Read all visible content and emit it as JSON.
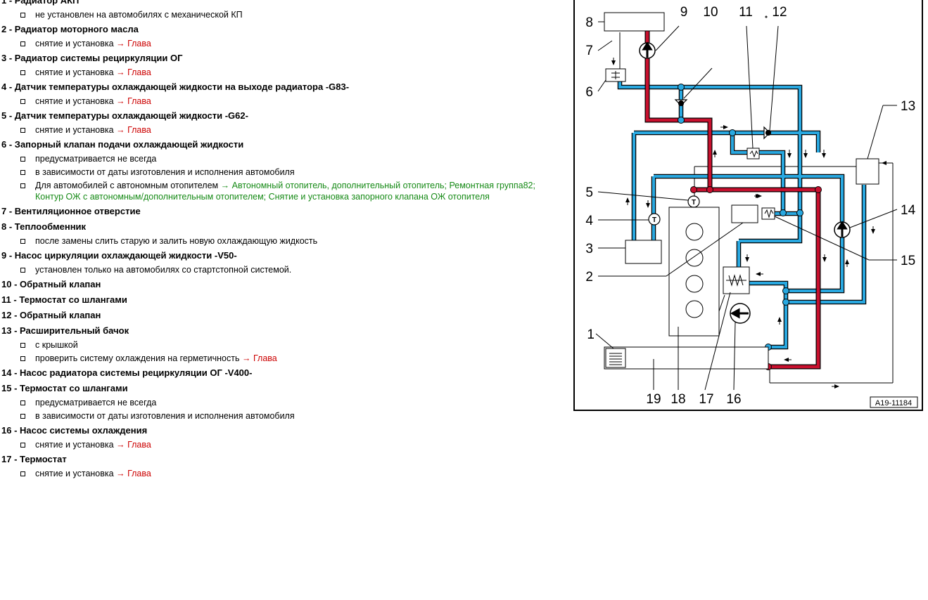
{
  "legend": {
    "items": [
      {
        "num": "1",
        "title": "Радиатор АКП",
        "subs": [
          {
            "text": "не установлен на автомобилях с механической КП"
          }
        ]
      },
      {
        "num": "2",
        "title": "Радиатор моторного масла",
        "subs": [
          {
            "text": "снятие и установка",
            "link": "→ Глава",
            "link_color": "red"
          }
        ]
      },
      {
        "num": "3",
        "title": "Радиатор системы рециркуляции ОГ",
        "subs": [
          {
            "text": "снятие и установка",
            "link": "→ Глава",
            "link_color": "red"
          }
        ]
      },
      {
        "num": "4",
        "title": "Датчик температуры охлаждающей жидкости на выходе радиатора -G83-",
        "subs": [
          {
            "text": "снятие и установка",
            "link": "→ Глава",
            "link_color": "red"
          }
        ]
      },
      {
        "num": "5",
        "title": "Датчик температуры охлаждающей жидкости -G62-",
        "subs": [
          {
            "text": "снятие и установка",
            "link": "→ Глава",
            "link_color": "red"
          }
        ]
      },
      {
        "num": "6",
        "title": "Запорный клапан подачи охлаждающей жидкости",
        "subs": [
          {
            "text": "предусматривается не всегда"
          },
          {
            "text": "в зависимости от даты изготовления и исполнения автомобиля"
          },
          {
            "text": "Для автомобилей с автономным отопителем",
            "link": "→ Автономный отопитель, дополнительный отопитель; Ремонтная группа82; Контур ОЖ с автономным/дополнительным отопителем; Снятие и установка запорного клапана ОЖ отопителя",
            "link_color": "green"
          }
        ]
      },
      {
        "num": "7",
        "title": "Вентиляционное отверстие",
        "subs": []
      },
      {
        "num": "8",
        "title": "Теплообменник",
        "subs": [
          {
            "text": "после замены слить старую и залить новую охлаждающую жидкость"
          }
        ]
      },
      {
        "num": "9",
        "title": "Насос циркуляции охлаждающей жидкости -V50-",
        "subs": [
          {
            "text": "установлен только на автомобилях со стартстопной системой."
          }
        ]
      },
      {
        "num": "10",
        "title": "Обратный клапан",
        "subs": []
      },
      {
        "num": "11",
        "title": "Термостат со шлангами",
        "subs": []
      },
      {
        "num": "12",
        "title": "Обратный клапан",
        "subs": []
      },
      {
        "num": "13",
        "title": "Расширительный бачок",
        "subs": [
          {
            "text": "с крышкой"
          },
          {
            "text": "проверить систему охлаждения на герметичность",
            "link": "→ Глава",
            "link_color": "red"
          }
        ]
      },
      {
        "num": "14",
        "title": "Насос радиатора системы рециркуляции ОГ -V400-",
        "subs": []
      },
      {
        "num": "15",
        "title": "Термостат со шлангами",
        "subs": [
          {
            "text": "предусматривается не всегда"
          },
          {
            "text": "в зависимости от даты изготовления и исполнения автомобиля"
          }
        ]
      },
      {
        "num": "16",
        "title": "Насос системы охлаждения",
        "subs": [
          {
            "text": "снятие и установка",
            "link": "→ Глава",
            "link_color": "red"
          }
        ]
      },
      {
        "num": "17",
        "title": "Термостат",
        "subs": [
          {
            "text": "снятие и установка",
            "link": "→ Глава",
            "link_color": "red"
          }
        ]
      }
    ]
  },
  "diagram": {
    "figure_id": "A19-11184",
    "sensor_label": "T",
    "callouts": [
      "1",
      "2",
      "3",
      "4",
      "5",
      "6",
      "7",
      "8",
      "9",
      "10",
      "11",
      "12",
      "13",
      "14",
      "15",
      "16",
      "17",
      "18",
      "19"
    ],
    "colors": {
      "hot_line": "#c8102e",
      "cold_line": "#29a8e0",
      "link_red": "#cc0000",
      "link_green": "#168a16"
    }
  }
}
